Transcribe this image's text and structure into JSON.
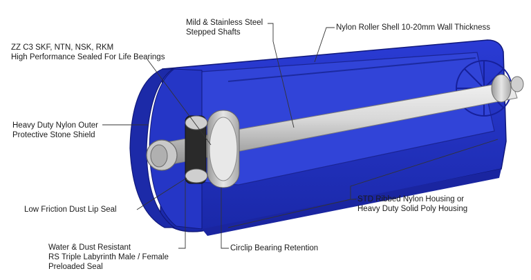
{
  "colors": {
    "shell": "#2233c8",
    "shell_dark": "#16229a",
    "shell_light": "#3a4ee0",
    "steel": "#d6d6d6",
    "steel_dark": "#9c9c9c",
    "line": "#333333"
  },
  "labels": {
    "shafts": {
      "line1": "Mild & Stainless Steel",
      "line2": "Stepped Shafts"
    },
    "shell": {
      "line1": "Nylon Roller Shell 10-20mm Wall Thickness"
    },
    "bearings": {
      "line1": "ZZ C3 SKF, NTN, NSK, RKM",
      "line2": "High Performance Sealed For Life Bearings"
    },
    "shield": {
      "line1": "Heavy Duty Nylon Outer",
      "line2": "Protective Stone Shield"
    },
    "housing": {
      "line1": "STD Ribbed Nylon Housing or",
      "line2": "Heavy Duty Solid Poly Housing"
    },
    "dust_seal": {
      "line1": "Low Friction Dust Lip Seal"
    },
    "labyrinth": {
      "line1": "Water & Dust Resistant",
      "line2": "RS Triple Labyrinth Male / Female",
      "line3": "Preloaded Seal"
    },
    "circlip": {
      "line1": "Circlip Bearing Retention"
    }
  }
}
